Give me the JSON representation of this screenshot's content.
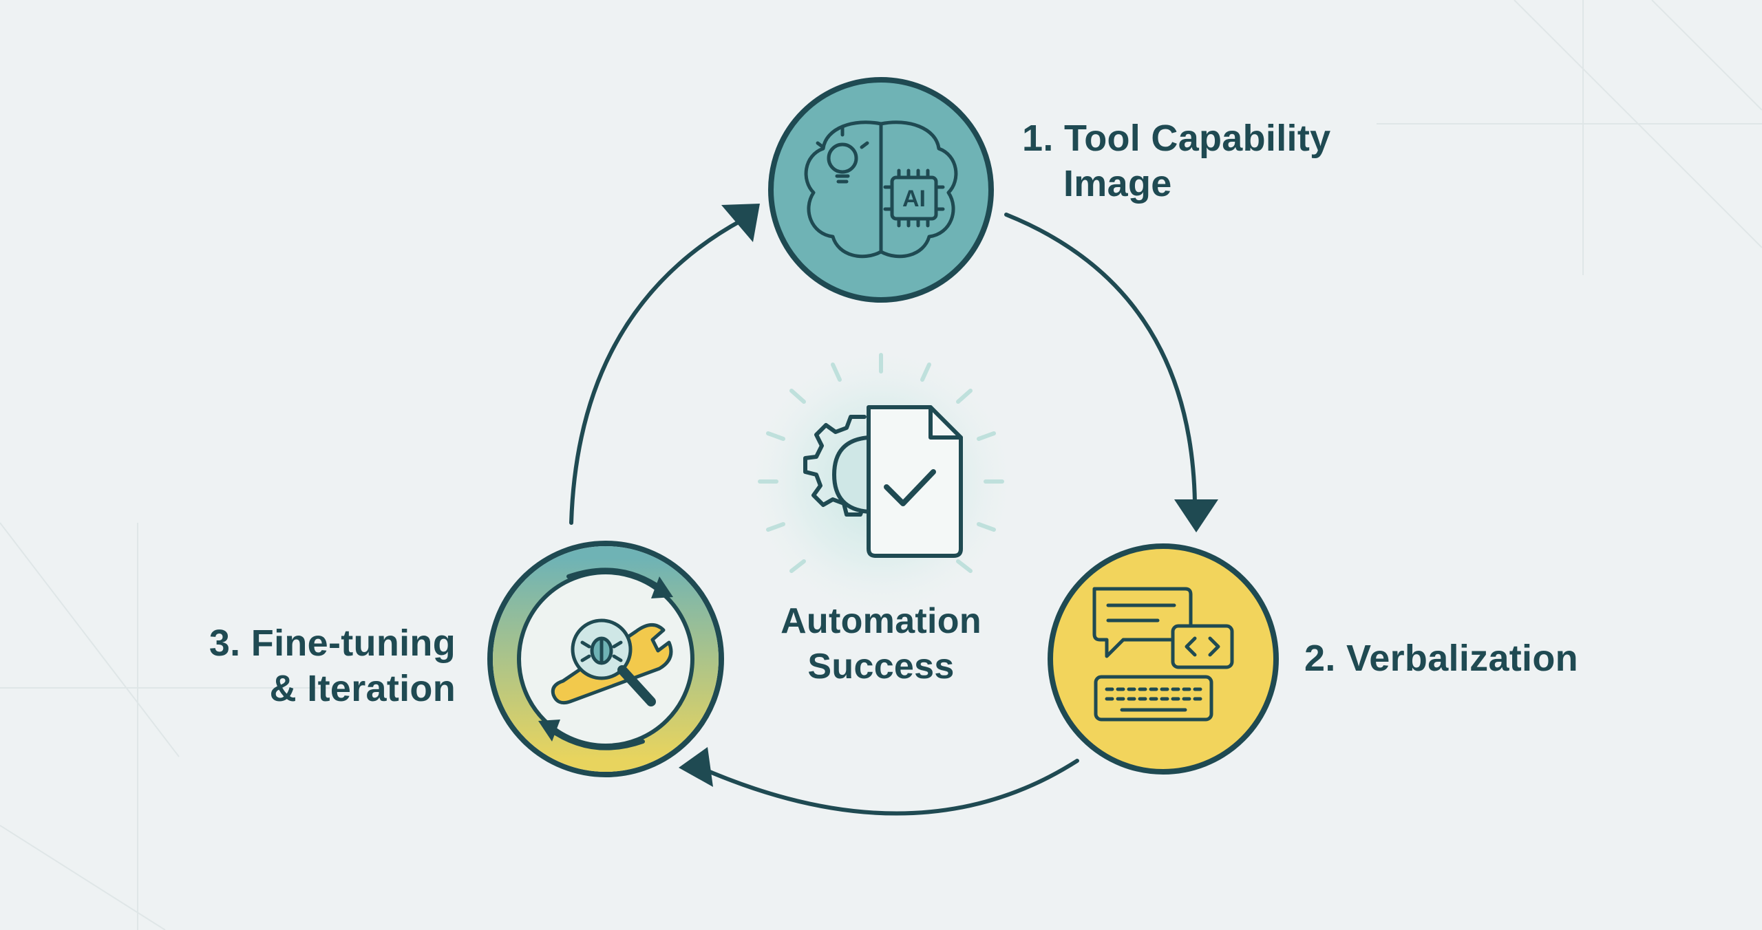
{
  "diagram": {
    "steps": [
      {
        "id": "step-1",
        "line1": "1. Tool Capability",
        "line2": "Image",
        "icon": "brain-ai-chip-lightbulb-icon",
        "fill": "#6fb3b5"
      },
      {
        "id": "step-2",
        "line1": "2. Verbalization",
        "line2": "",
        "icon": "chat-code-keyboard-icon",
        "fill": "#f2d45c"
      },
      {
        "id": "step-3",
        "line1": "3. Fine-tuning",
        "line2": "& Iteration",
        "icon": "wrench-magnifier-bug-icon",
        "fill": "#eef3f1"
      }
    ],
    "center": {
      "line1": "Automation",
      "line2": "Success",
      "icon": "gear-document-check-icon"
    },
    "chip_text": "AI",
    "colors": {
      "ink": "#1f4a52",
      "teal": "#6fb3b5",
      "yellow": "#f2d45c",
      "background": "#eef2f3"
    }
  }
}
